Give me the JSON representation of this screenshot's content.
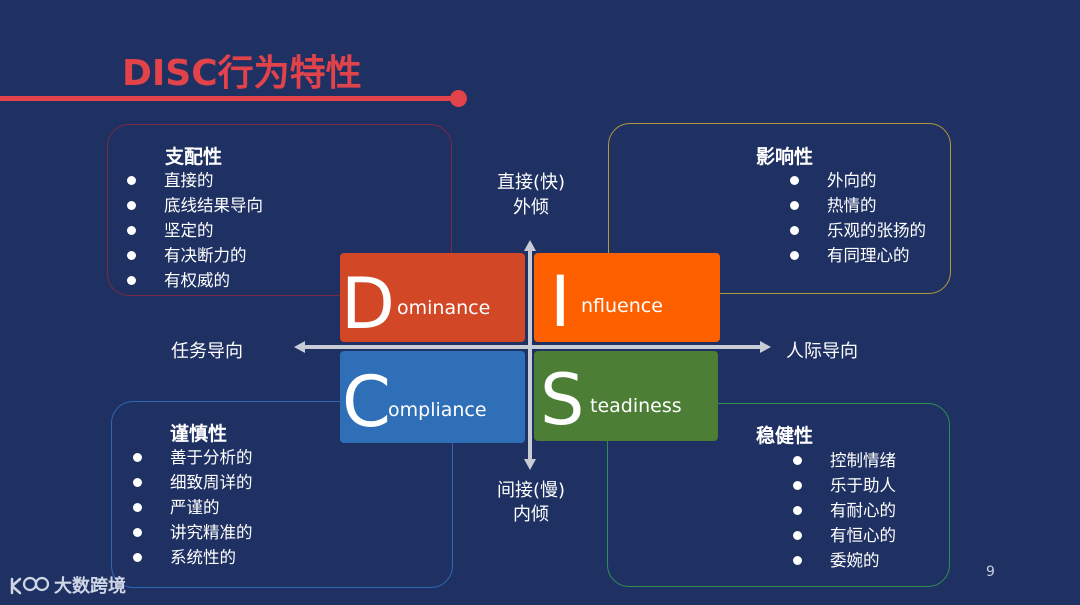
{
  "title": "DISC行为特性",
  "colors": {
    "accent": "#e2434b",
    "background": "#1f3162",
    "dominance": "#d24726",
    "influence": "#fe6000",
    "compliance": "#2f6fb7",
    "steadiness": "#4c7e36"
  },
  "quadrants": {
    "dominance": {
      "heading": "支配性",
      "traits": [
        "直接的",
        "底线结果导向",
        "坚定的",
        "有决断力的",
        "有权威的"
      ],
      "letter": "D",
      "word": "ominance"
    },
    "influence": {
      "heading": "影响性",
      "traits": [
        "外向的",
        "热情的",
        "乐观的张扬的",
        "有同理心的"
      ],
      "letter": "I",
      "word": "nfluence"
    },
    "compliance": {
      "heading": "谨慎性",
      "traits": [
        "善于分析的",
        "细致周详的",
        "严谨的",
        "讲究精准的",
        "系统性的"
      ],
      "letter": "C",
      "word": "ompliance"
    },
    "steadiness": {
      "heading": "稳健性",
      "traits": [
        "控制情绪",
        "乐于助人",
        "有耐心的",
        "有恒心的",
        "委婉的"
      ],
      "letter": "S",
      "word": "teadiness"
    }
  },
  "axes": {
    "top_line1": "直接(快)",
    "top_line2": "外倾",
    "bottom_line1": "间接(慢)",
    "bottom_line2": "内倾",
    "left": "任务导向",
    "right": "人际导向"
  },
  "page_number": "9",
  "logo_text": "大数跨境"
}
